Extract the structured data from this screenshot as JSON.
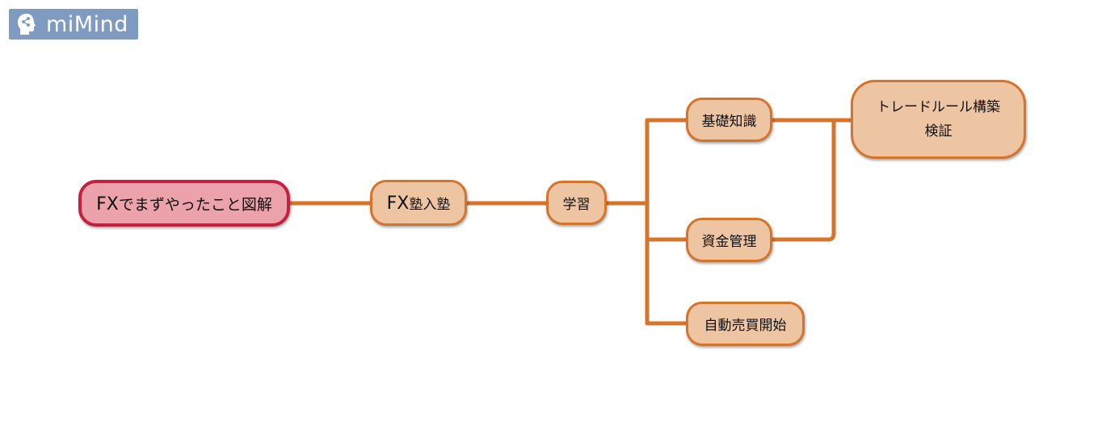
{
  "app": {
    "name": "miMind",
    "logo_icon": "head-share-icon",
    "brand_color": "#7f9bc1"
  },
  "colors": {
    "root_fill": "#eba2ab",
    "root_border": "#c6203e",
    "node_fill": "#edc5a3",
    "node_border": "#d6742b",
    "link": "#d6742b"
  },
  "mindmap": {
    "root": {
      "prefix": "FX",
      "label": "でまずやったこと図解"
    },
    "level1": {
      "prefix": "FX",
      "label": "塾入塾"
    },
    "level2": {
      "label": "学習"
    },
    "level3": [
      {
        "label": "基礎知識"
      },
      {
        "label": "資金管理"
      },
      {
        "label": "自動売買開始"
      }
    ],
    "level4": {
      "line1": "トレードルール構築",
      "line2": "検証"
    }
  }
}
